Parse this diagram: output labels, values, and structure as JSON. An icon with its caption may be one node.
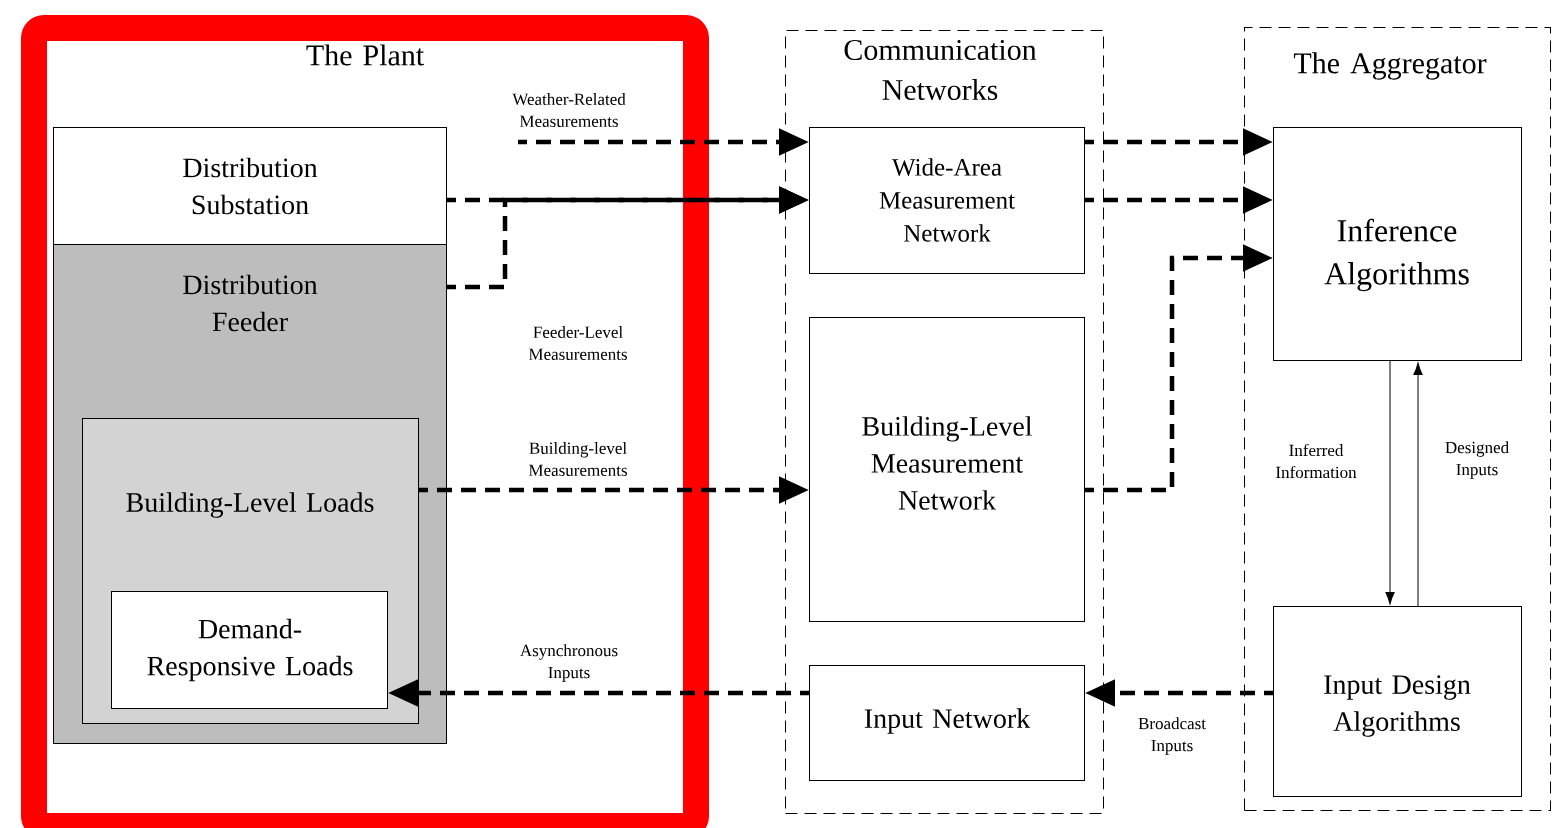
{
  "diagram": {
    "nodes": [
      {
        "text": [
          "The Plant"
        ]
      },
      {
        "text": [
          "Distribution Substation"
        ],
        "in": 0
      },
      {
        "text": [
          "Distribution Feeder"
        ],
        "in": 0
      },
      {
        "text": [
          "Building-Level Loads"
        ],
        "in": 2
      },
      {
        "text": [
          "Demand-Responsive Loads"
        ],
        "in": 3
      },
      {
        "text": [
          "Communication Networks"
        ]
      },
      {
        "text": [
          "Wide-Area Measurement Network"
        ],
        "in": 5
      },
      {
        "text": [
          "Building-Level Measurement Network"
        ],
        "in": 5
      },
      {
        "text": [
          "Input Network"
        ],
        "in": 5
      },
      {
        "text": [
          "The Aggregator"
        ]
      },
      {
        "text": [
          "Inference Algorithms"
        ],
        "in": 9
      },
      {
        "text": [
          "Input Design Algorithms"
        ],
        "in": 9
      }
    ],
    "edges": [
      {
        "from": null,
        "to": 6,
        "arrow": "to",
        "label": "Weather-Related Measurements",
        "style": "dashed"
      },
      {
        "from": 1,
        "to": 6,
        "arrow": "to",
        "style": "dashed"
      },
      {
        "from": 2,
        "to": 6,
        "arrow": "to",
        "label": "Feeder-Level Measurements",
        "style": "dashed"
      },
      {
        "from": 3,
        "to": 7,
        "arrow": "to",
        "label": "Building-level Measurements",
        "style": "dashed"
      },
      {
        "from": 6,
        "to": 10,
        "arrow": "to",
        "style": "dashed"
      },
      {
        "from": 6,
        "to": 10,
        "arrow": "to",
        "style": "dashed"
      },
      {
        "from": 7,
        "to": 10,
        "arrow": "to",
        "style": "dashed"
      },
      {
        "from": 10,
        "to": 11,
        "arrow": "to",
        "label": "Inferred Information"
      },
      {
        "from": 11,
        "to": 10,
        "arrow": "to",
        "label": "Designed Inputs"
      },
      {
        "from": 11,
        "to": 8,
        "arrow": "to",
        "label": "Broadcast Inputs",
        "style": "dashed"
      },
      {
        "from": 8,
        "to": 4,
        "arrow": "to",
        "label": "Asynchronous Inputs",
        "style": "dashed"
      }
    ]
  }
}
